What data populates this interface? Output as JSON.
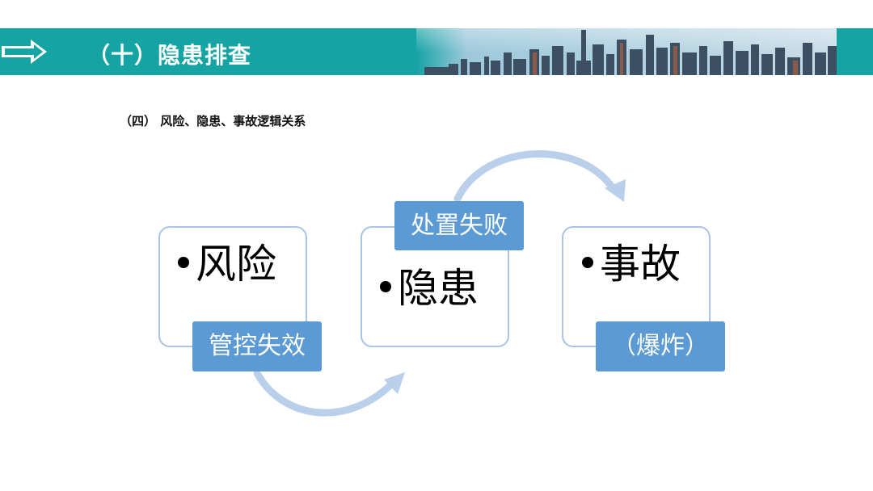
{
  "header": {
    "title": "（十）隐患排查"
  },
  "section": {
    "subtitle": "（四） 风险、隐患、事故逻辑关系"
  },
  "diagram": {
    "nodes": [
      {
        "term": "风险",
        "tag": "管控失效"
      },
      {
        "term": "隐患",
        "tag": "处置失败"
      },
      {
        "term": "事故",
        "tag": "（爆炸）"
      }
    ]
  },
  "colors": {
    "header_bar": "#15a3a4",
    "box_border": "#a9c4e6",
    "tag_fill": "#5b9ad5",
    "arrow": "#b9cfea"
  },
  "icons": {
    "header": "right-arrow-icon",
    "bullets": "bullet-dot-icon"
  }
}
